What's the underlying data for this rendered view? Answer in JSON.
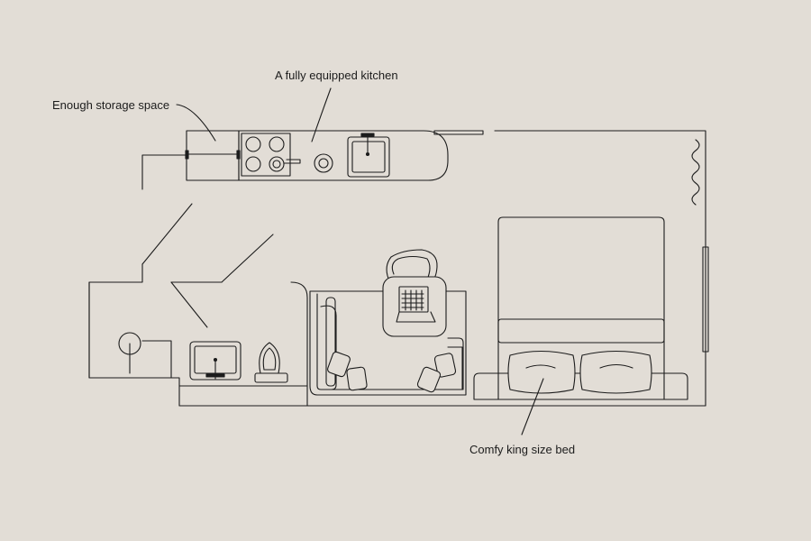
{
  "annotations": {
    "storage": "Enough storage space",
    "kitchen": "A fully equipped kitchen",
    "bed": "Comfy king size bed"
  },
  "colors": {
    "background": "#e2ddd6",
    "line": "#1c1c1c",
    "fill": "#e2ddd6"
  },
  "icons": [
    "stove-icon",
    "sink-icon",
    "laptop-icon",
    "toilet-icon",
    "curtain-icon",
    "pillow-icon",
    "chair-icon",
    "cushion-icon"
  ]
}
